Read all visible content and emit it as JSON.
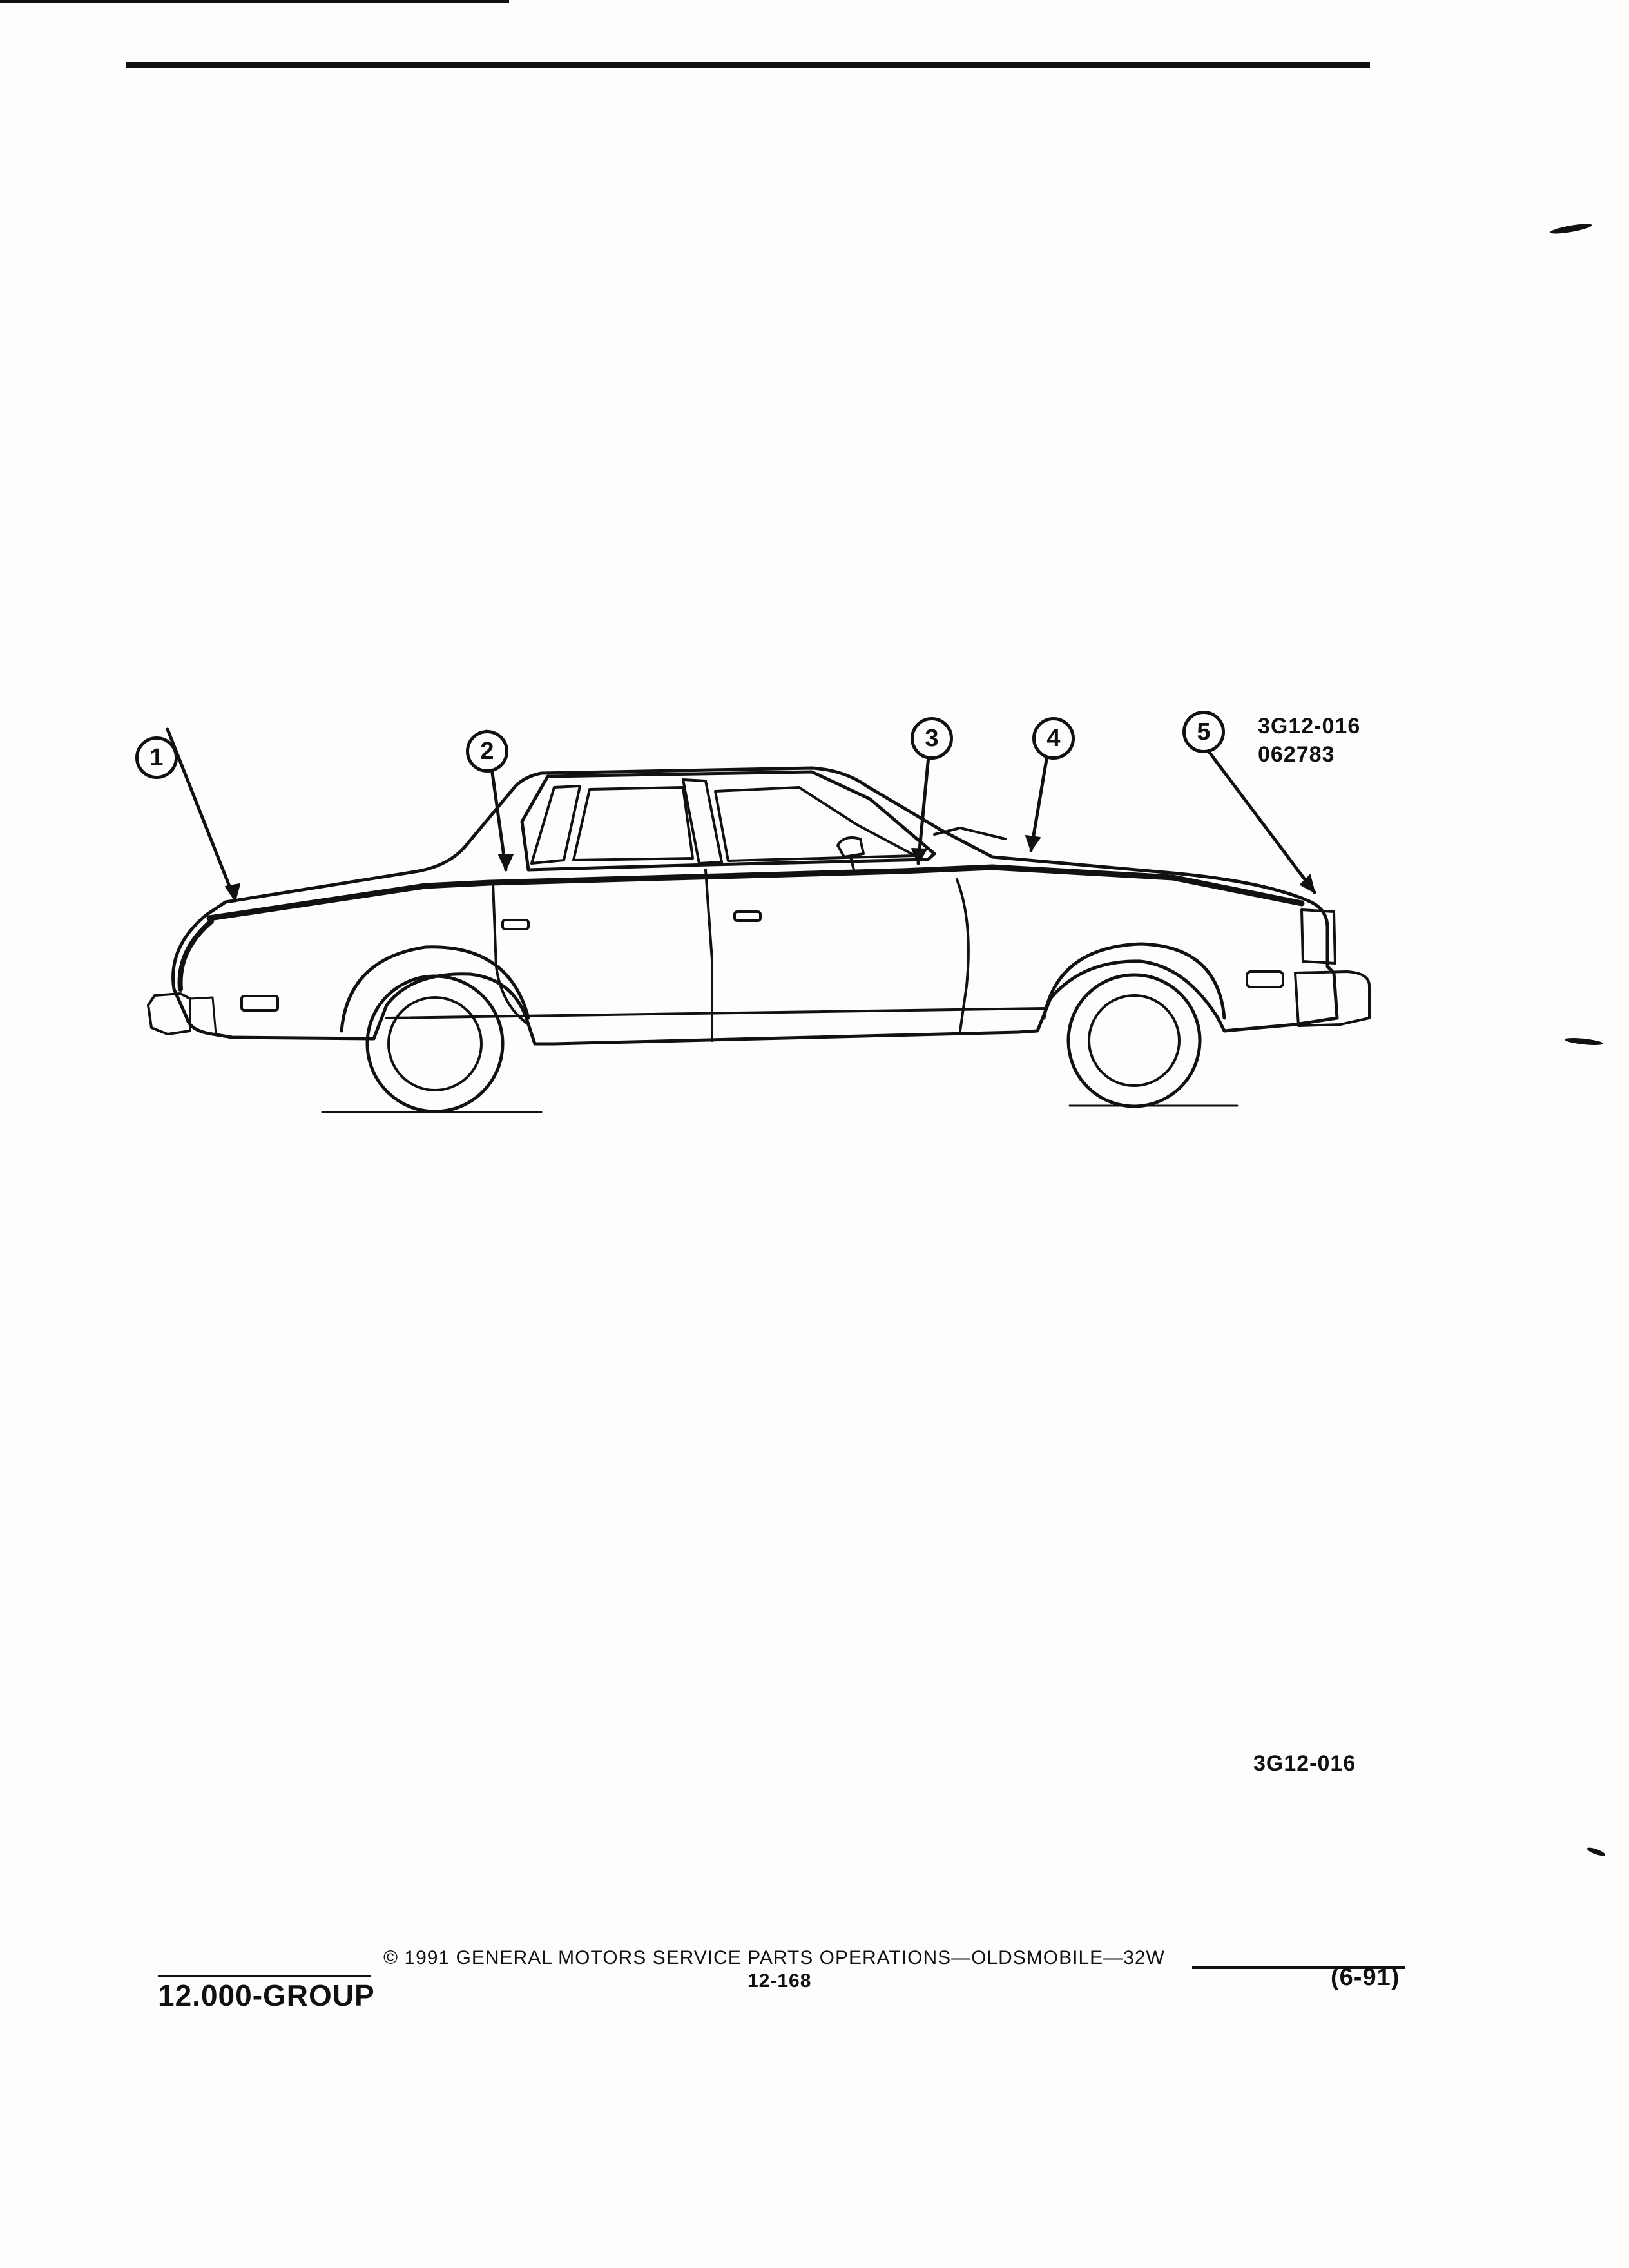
{
  "figure": {
    "callouts": [
      "1",
      "2",
      "3",
      "4",
      "5"
    ],
    "reference_code": "3G12-016",
    "reference_date": "062783",
    "bottom_reference": "3G12-016"
  },
  "footer": {
    "copyright": "© 1991 GENERAL MOTORS SERVICE PARTS OPERATIONS—OLDSMOBILE—32W",
    "group": "12.000-GROUP",
    "page_number": "12-168",
    "revision_date": "(6-91)"
  },
  "colors": {
    "ink": "#111111",
    "paper": "#fdfdfb"
  }
}
